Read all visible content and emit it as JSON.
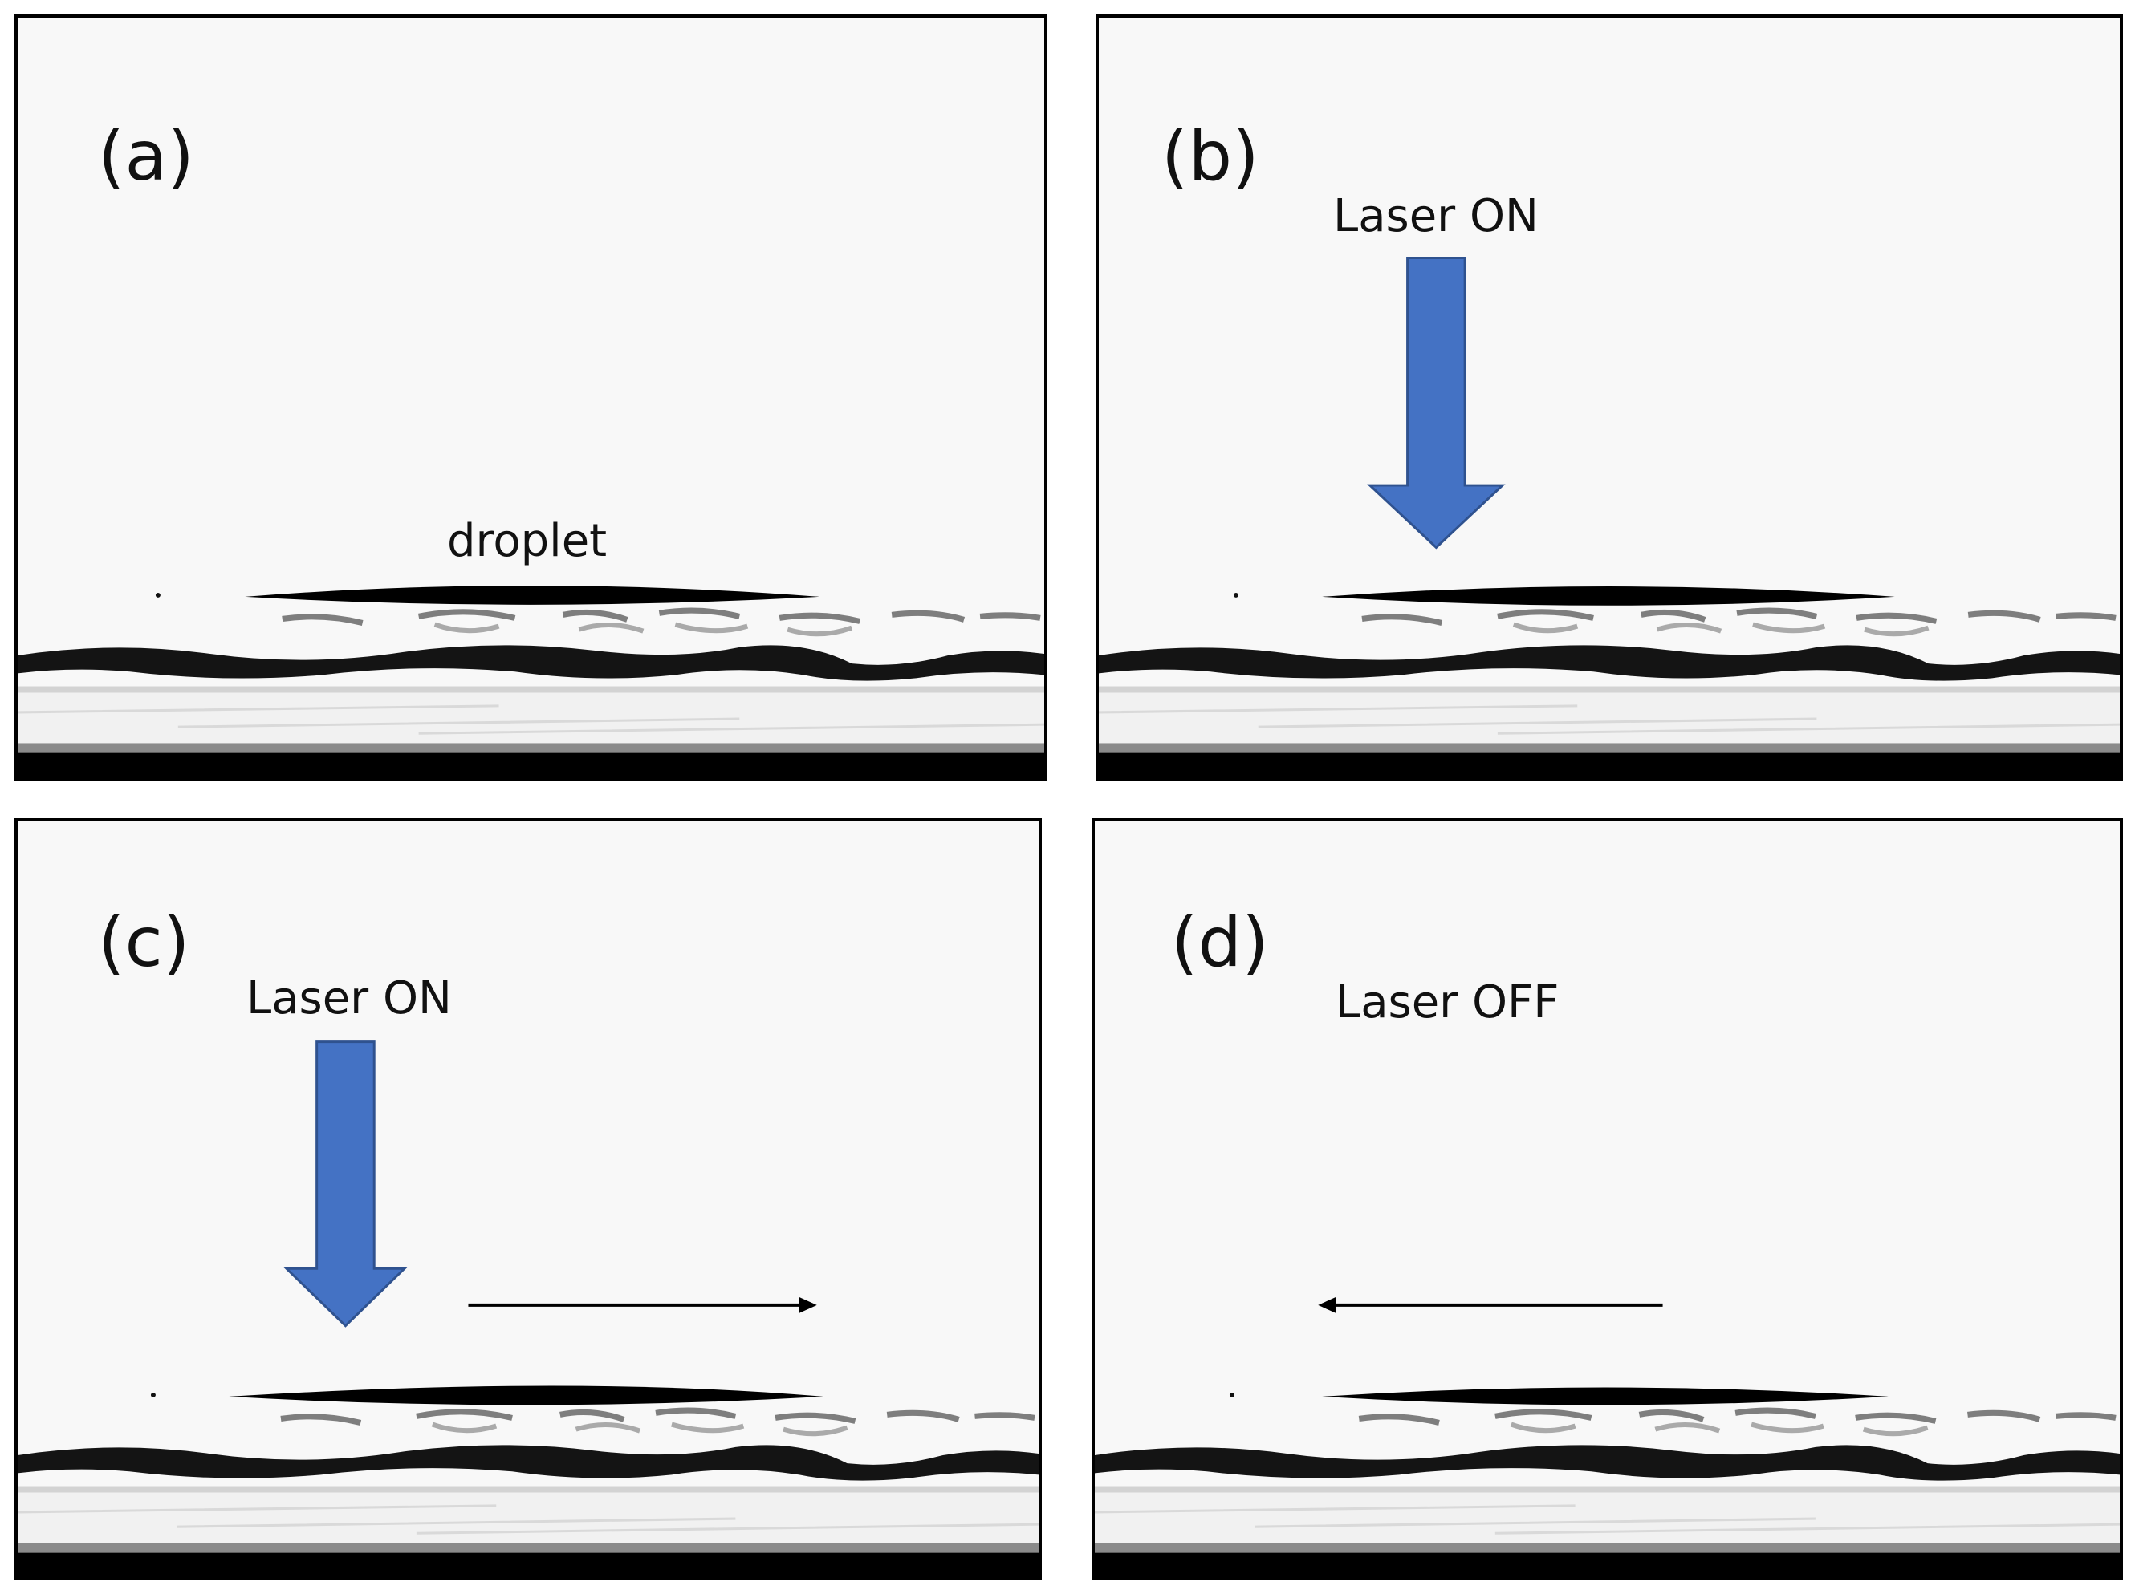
{
  "panels": [
    {
      "id": "a",
      "label": "(a)",
      "annotation": "droplet",
      "laser_state": "",
      "motion": "none"
    },
    {
      "id": "b",
      "label": "(b)",
      "annotation": "",
      "laser_state": "Laser ON",
      "motion": "none"
    },
    {
      "id": "c",
      "label": "(c)",
      "annotation": "",
      "laser_state": "Laser ON",
      "motion": "right"
    },
    {
      "id": "d",
      "label": "(d)",
      "annotation": "",
      "laser_state": "Laser OFF",
      "motion": "left"
    }
  ],
  "colors": {
    "laser_arrow": "#4472C4",
    "laser_arrow_stroke": "#2F528F",
    "droplet": "#000000",
    "background": "#f8f8f8"
  }
}
